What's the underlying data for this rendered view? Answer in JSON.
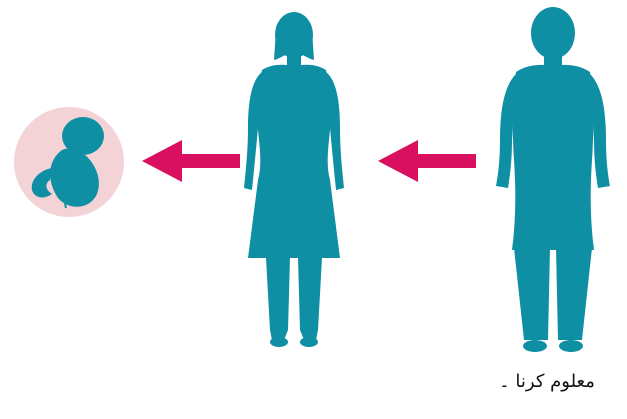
{
  "colors": {
    "figure": "#0f8fa3",
    "arrow": "#d8105f",
    "circle": "#f4d3d7"
  },
  "figures": [
    {
      "role": "fetus",
      "icon": "fetus-in-circle-icon"
    },
    {
      "role": "woman",
      "icon": "woman-silhouette-icon"
    },
    {
      "role": "man",
      "icon": "man-silhouette-icon"
    }
  ],
  "arrows": [
    {
      "from": "man",
      "to": "woman",
      "direction": "left"
    },
    {
      "from": "woman",
      "to": "fetus",
      "direction": "left"
    }
  ],
  "caption": "معلوم کرنا ۔"
}
